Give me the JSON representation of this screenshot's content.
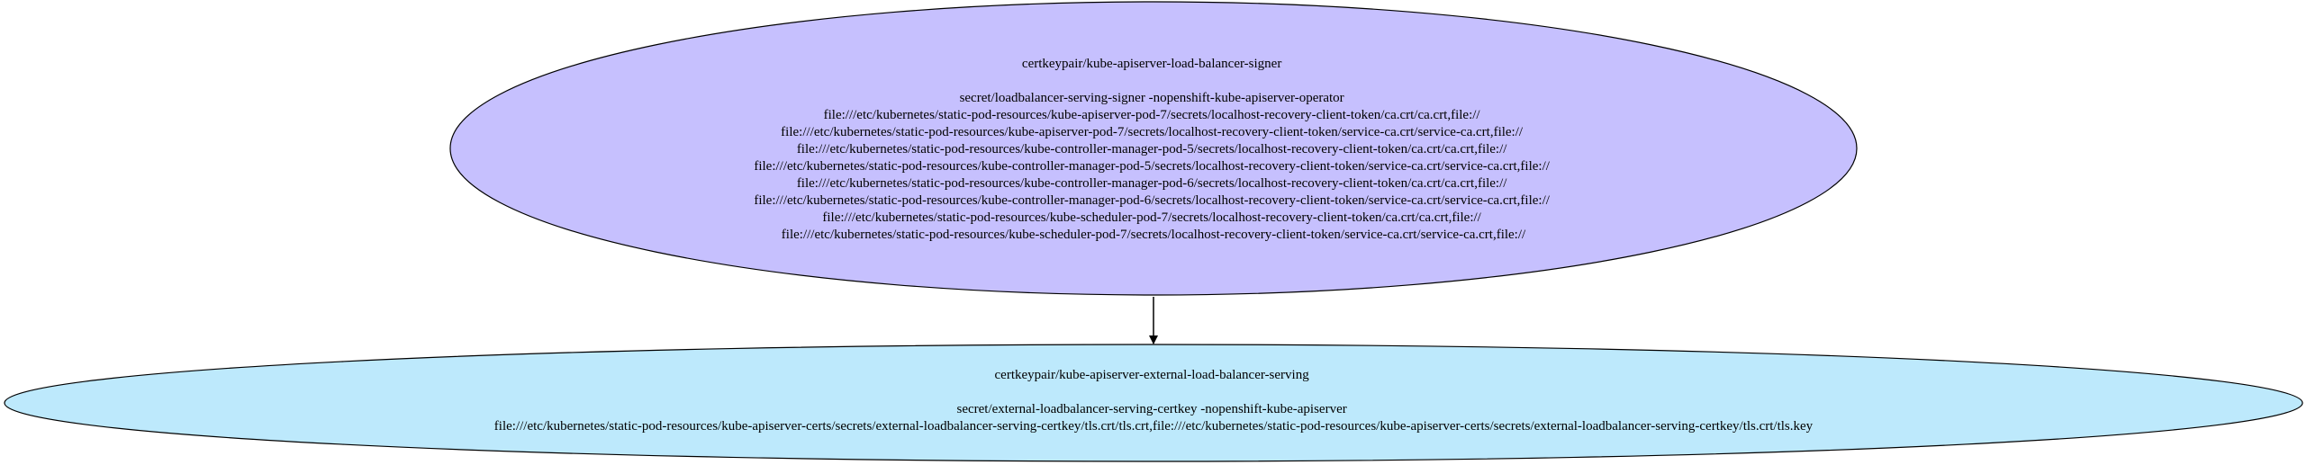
{
  "nodes": [
    {
      "id": "signer",
      "fill": "#c6c0fe",
      "stroke": "#000000",
      "lines": [
        "certkeypair/kube-apiserver-load-balancer-signer",
        "",
        "secret/loadbalancer-serving-signer -nopenshift-kube-apiserver-operator",
        "file:///etc/kubernetes/static-pod-resources/kube-apiserver-pod-7/secrets/localhost-recovery-client-token/ca.crt/ca.crt,file://",
        "file:///etc/kubernetes/static-pod-resources/kube-apiserver-pod-7/secrets/localhost-recovery-client-token/service-ca.crt/service-ca.crt,file://",
        "file:///etc/kubernetes/static-pod-resources/kube-controller-manager-pod-5/secrets/localhost-recovery-client-token/ca.crt/ca.crt,file://",
        "file:///etc/kubernetes/static-pod-resources/kube-controller-manager-pod-5/secrets/localhost-recovery-client-token/service-ca.crt/service-ca.crt,file://",
        "file:///etc/kubernetes/static-pod-resources/kube-controller-manager-pod-6/secrets/localhost-recovery-client-token/ca.crt/ca.crt,file://",
        "file:///etc/kubernetes/static-pod-resources/kube-controller-manager-pod-6/secrets/localhost-recovery-client-token/service-ca.crt/service-ca.crt,file://",
        "file:///etc/kubernetes/static-pod-resources/kube-scheduler-pod-7/secrets/localhost-recovery-client-token/ca.crt/ca.crt,file://",
        "file:///etc/kubernetes/static-pod-resources/kube-scheduler-pod-7/secrets/localhost-recovery-client-token/service-ca.crt/service-ca.crt,file://"
      ]
    },
    {
      "id": "serving",
      "fill": "#bde9fc",
      "stroke": "#000000",
      "lines": [
        "certkeypair/kube-apiserver-external-load-balancer-serving",
        "",
        "secret/external-loadbalancer-serving-certkey -nopenshift-kube-apiserver",
        "file:///etc/kubernetes/static-pod-resources/kube-apiserver-certs/secrets/external-loadbalancer-serving-certkey/tls.crt/tls.crt,file:///etc/kubernetes/static-pod-resources/kube-apiserver-certs/secrets/external-loadbalancer-serving-certkey/tls.crt/tls.key"
      ]
    }
  ],
  "edges": [
    {
      "from": "signer",
      "to": "serving",
      "color": "#000000"
    }
  ]
}
